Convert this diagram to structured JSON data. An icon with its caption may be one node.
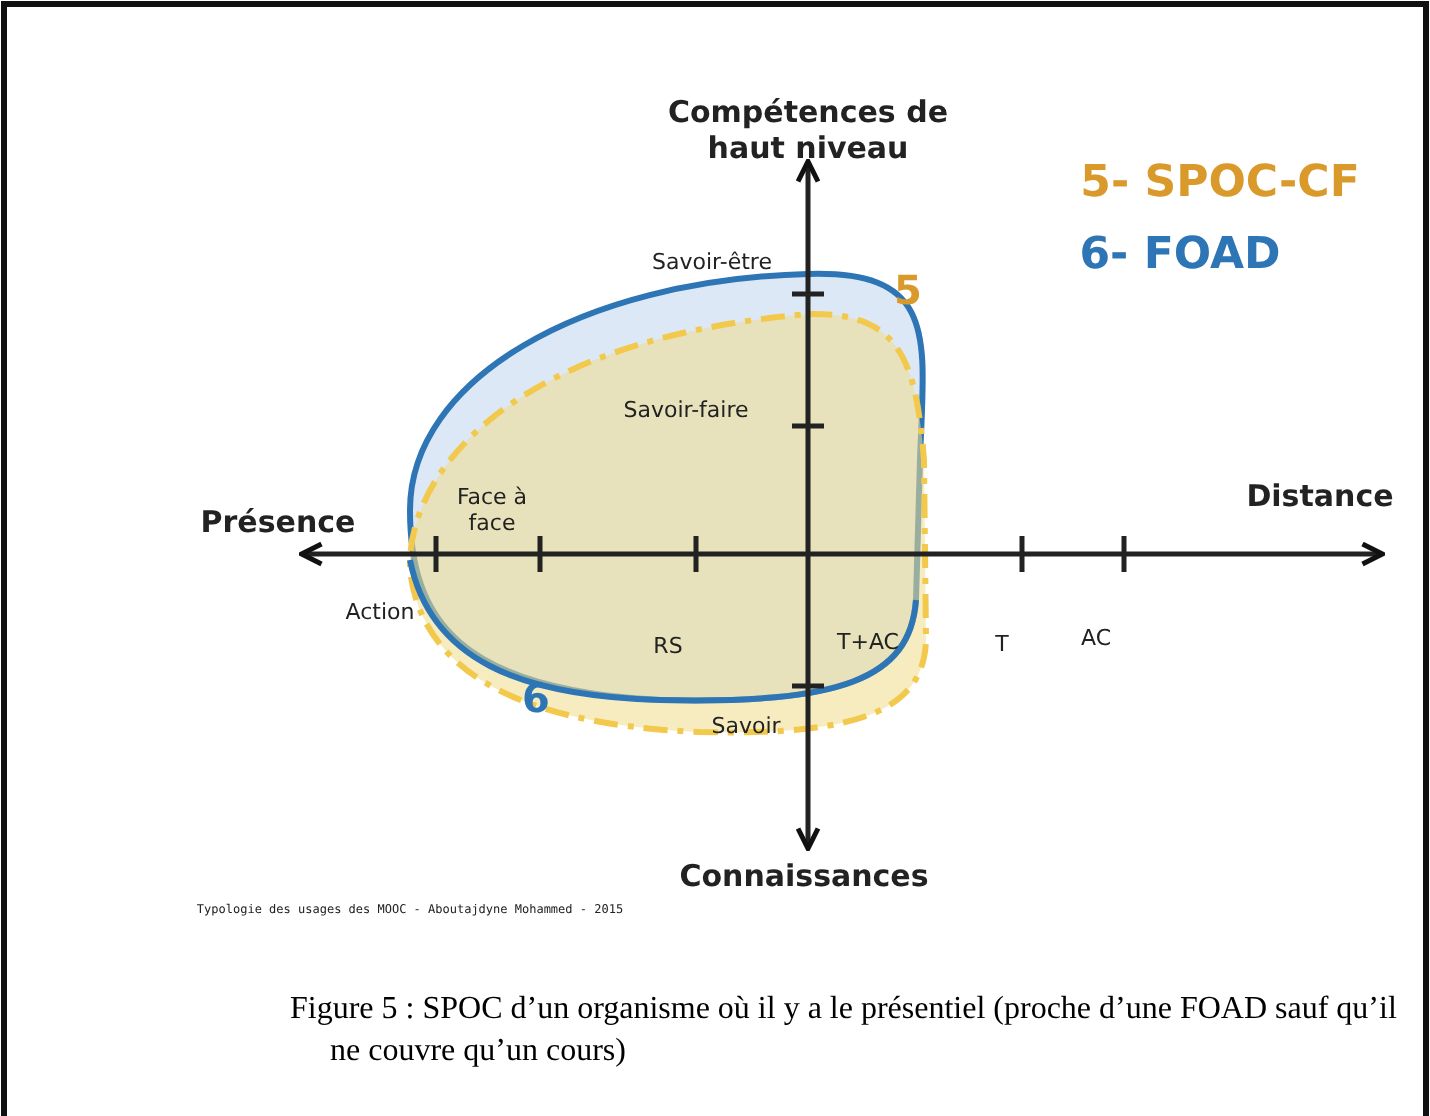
{
  "diagram": {
    "caption": "Figure 5 : SPOC d’un organisme où il y a le présentiel (proche d’une FOAD sauf qu’il ne couvre qu’un cours)",
    "labels": [
      "Compétences de haut niveau",
      "5- SPOC-CF",
      "6- FOAD",
      "Savoir-être",
      "5",
      "Savoir-faire",
      "Face à face",
      "Présence",
      "Distance",
      "Action",
      "RS",
      "T+AC",
      "T",
      "AC",
      "6",
      "Savoir",
      "Connaissances",
      "Typologie des usages des MOOC - Aboutajdyne Mohammed - 2015"
    ]
  }
}
